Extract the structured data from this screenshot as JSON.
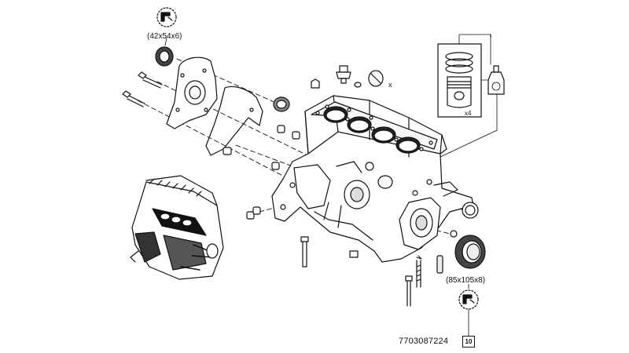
{
  "labels": {
    "seal_top_size": "(42x54x6)",
    "seal_bottom_size": "(85x105x8)",
    "piston_qty": "x4",
    "cut_marker": "x",
    "part_number": "7703087224",
    "reference_number": "10"
  },
  "colors": {
    "line": "#111111",
    "background": "#ffffff"
  },
  "icons": {
    "seal_profile_top": "lip-seal-profile-icon",
    "seal_profile_bottom": "lip-seal-profile-icon",
    "bottle": "sealant-bottle-icon"
  }
}
